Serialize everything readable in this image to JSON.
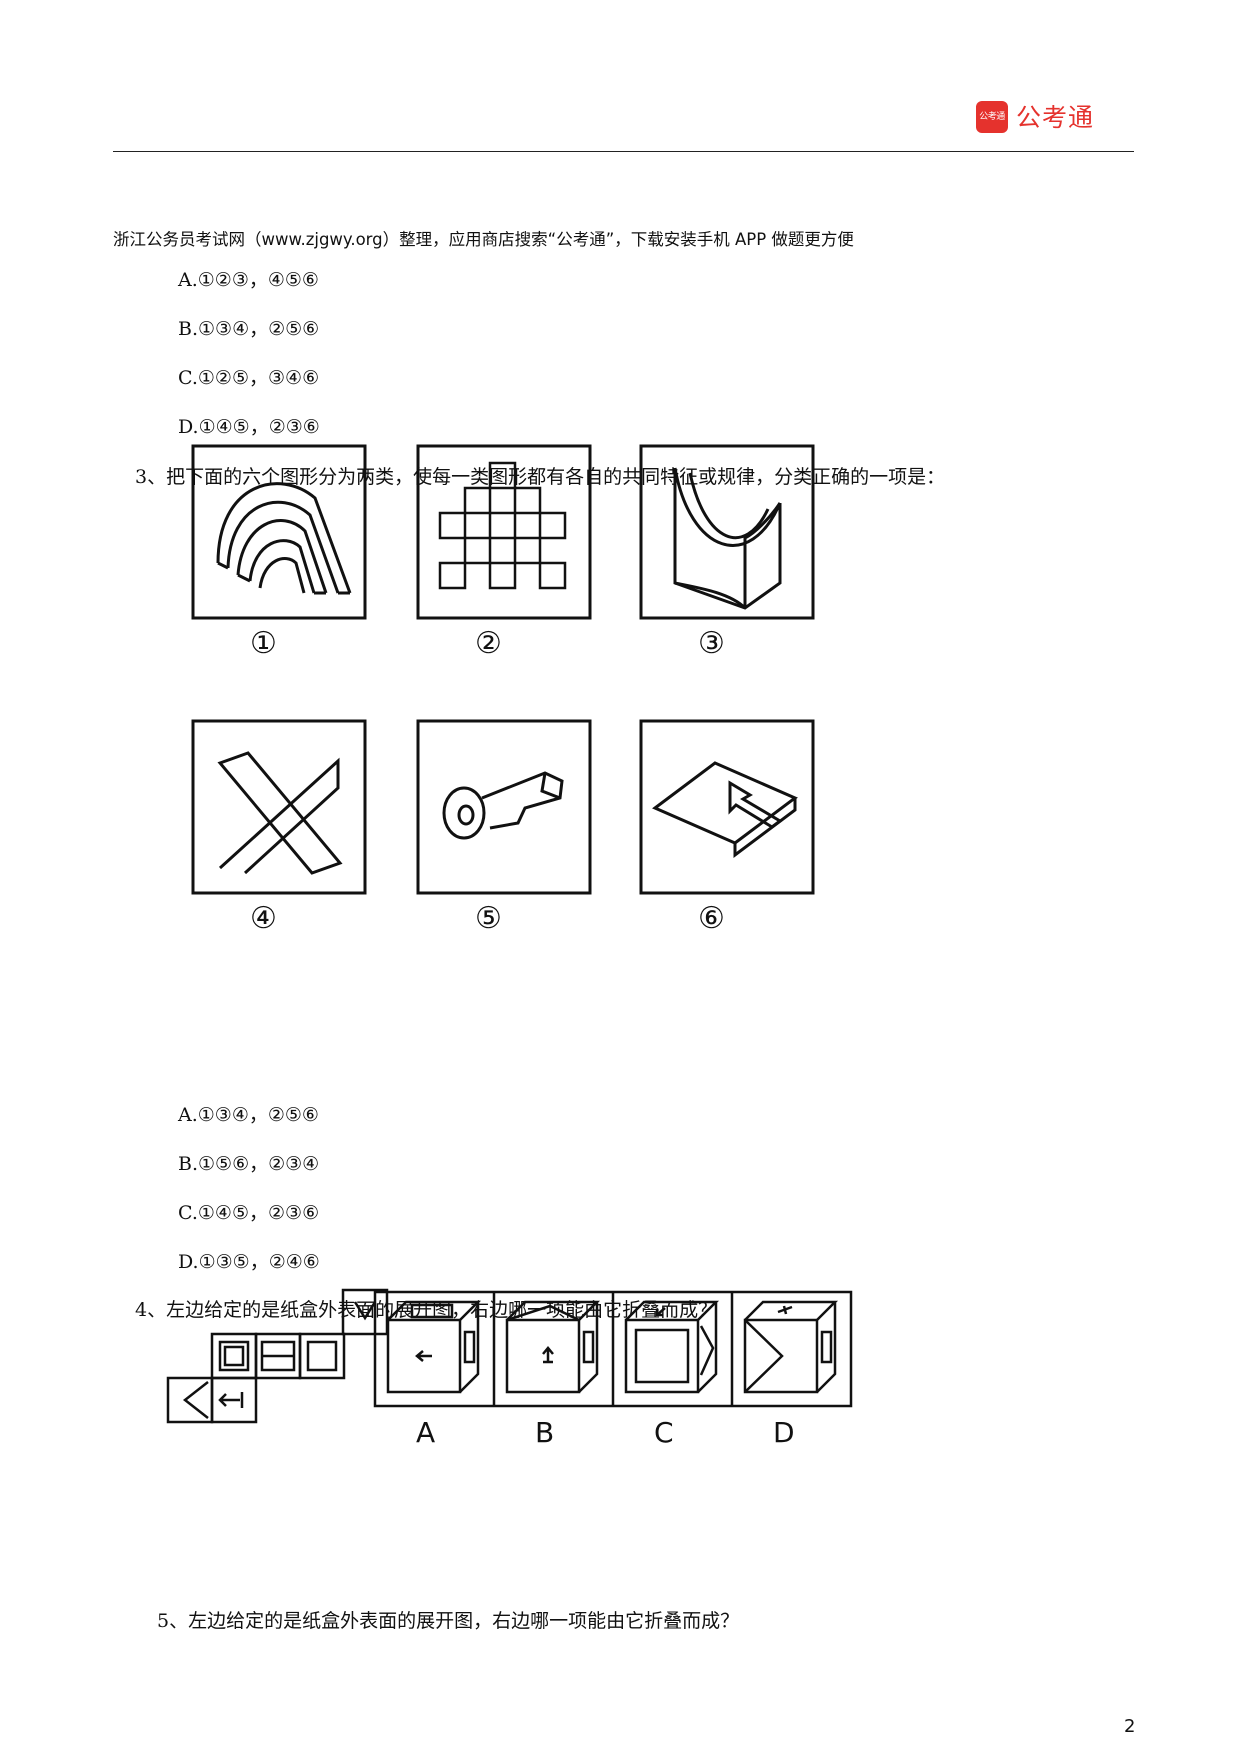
{
  "header": {
    "logo_icon_text": "公考通",
    "logo_text": "公考通"
  },
  "source_note": "浙江公务员考试网（www.zjgwy.org）整理，应用商店搜索“公考通”，下载安装手机 APP 做题更方便",
  "q2_options": [
    "A.①②③，④⑤⑥",
    "B.①③④，②⑤⑥",
    "C.①②⑤，③④⑥",
    "D.①④⑤，②③⑥"
  ],
  "q3": {
    "text": "3、把下面的六个图形分为两类，使每一类图形都有各自的共同特征或规律，分类正确的一项是：",
    "figure_labels": [
      "①",
      "②",
      "③",
      "④",
      "⑤",
      "⑥"
    ],
    "options": [
      "A.①③④，②⑤⑥",
      "B.①⑤⑥，②③④",
      "C.①④⑤，②③⑥",
      "D.①③⑤，②④⑥"
    ]
  },
  "q4": {
    "text": "4、左边给定的是纸盒外表面的展开图，右边哪一项能由它折叠而成？",
    "choice_labels": [
      "A",
      "B",
      "C",
      "D"
    ]
  },
  "q5": {
    "text": "5、左边给定的是纸盒外表面的展开图，右边哪一项能由它折叠而成？"
  },
  "page_number": "2"
}
